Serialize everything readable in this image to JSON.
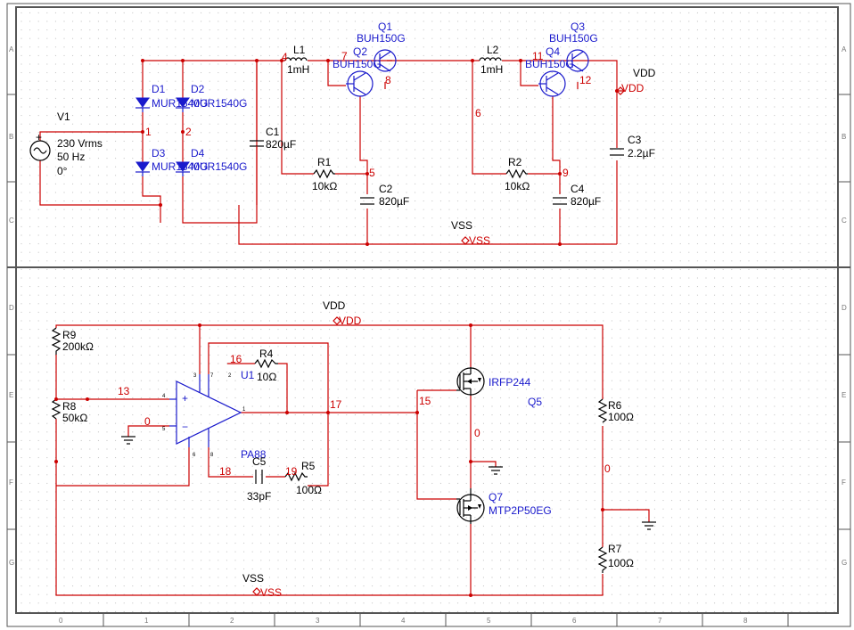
{
  "colors": {
    "wire": "#cc0000",
    "part": "#000000",
    "ref": "#1a1acc",
    "net": "#cc0000",
    "grid": "#bdbdbd"
  },
  "border": {
    "rows": [
      "A",
      "B",
      "C",
      "D",
      "E",
      "F",
      "G"
    ],
    "cols": [
      "0",
      "1",
      "2",
      "3",
      "4",
      "5",
      "6",
      "7",
      "8"
    ]
  },
  "components": {
    "v1": {
      "ref": "V1",
      "value": "230 Vrms",
      "freq": "50 Hz",
      "phase": "0°"
    },
    "d1": {
      "ref": "D1",
      "model": "MUR1540G"
    },
    "d2": {
      "ref": "D2",
      "model": "MUR1540G"
    },
    "d3": {
      "ref": "D3",
      "model": "MUR1540G"
    },
    "d4": {
      "ref": "D4",
      "model": "MUR1540G"
    },
    "c1": {
      "ref": "C1",
      "value": "820µF"
    },
    "l1": {
      "ref": "L1",
      "value": "1mH"
    },
    "q1": {
      "ref": "Q1",
      "model": "BUH150G"
    },
    "q2": {
      "ref": "Q2",
      "model": "BUH150G"
    },
    "r1": {
      "ref": "R1",
      "value": "10kΩ"
    },
    "c2": {
      "ref": "C2",
      "value": "820µF"
    },
    "l2": {
      "ref": "L2",
      "value": "1mH"
    },
    "q3": {
      "ref": "Q3",
      "model": "BUH150G"
    },
    "q4": {
      "ref": "Q4",
      "model": "BUH150G"
    },
    "r2": {
      "ref": "R2",
      "value": "10kΩ"
    },
    "c4": {
      "ref": "C4",
      "value": "820µF"
    },
    "c3": {
      "ref": "C3",
      "value": "2.2µF"
    },
    "r9": {
      "ref": "R9",
      "value": "200kΩ"
    },
    "r8": {
      "ref": "R8",
      "value": "50kΩ"
    },
    "r4": {
      "ref": "R4",
      "value": "10Ω"
    },
    "u1": {
      "ref": "U1",
      "model": "PA88"
    },
    "c5": {
      "ref": "C5",
      "value": "33pF"
    },
    "r5": {
      "ref": "R5",
      "value": "100Ω"
    },
    "q5": {
      "ref": "Q5",
      "model": "IRFP244"
    },
    "q7": {
      "ref": "Q7",
      "model": "MTP2P50EG"
    },
    "r6": {
      "ref": "R6",
      "value": "100Ω"
    },
    "r7": {
      "ref": "R7",
      "value": "100Ω"
    }
  },
  "nets": {
    "n1": "1",
    "n2": "2",
    "n4": "4",
    "n7": "7",
    "n8": "8",
    "n5": "5",
    "n6": "6",
    "n11": "11",
    "n12": "12",
    "n9": "9",
    "n13": "13",
    "n0a": "0",
    "n16": "16",
    "n17": "17",
    "n15": "15",
    "n18": "18",
    "n19": "19",
    "n0b": "0",
    "n0c": "0"
  },
  "rails": {
    "vdd_top": {
      "label": "VDD",
      "tag": "VDD"
    },
    "vss_top": {
      "label": "VSS",
      "tag": "VSS"
    },
    "vdd_bottom": {
      "label": "VDD",
      "tag": "VDD"
    },
    "vss_bottom": {
      "label": "VSS",
      "tag": "VSS"
    }
  },
  "opamp_pins": {
    "p1": "1",
    "p2": "2",
    "p3": "3",
    "p4": "4",
    "p5": "5",
    "p6": "6",
    "p7": "7",
    "p8": "8"
  }
}
